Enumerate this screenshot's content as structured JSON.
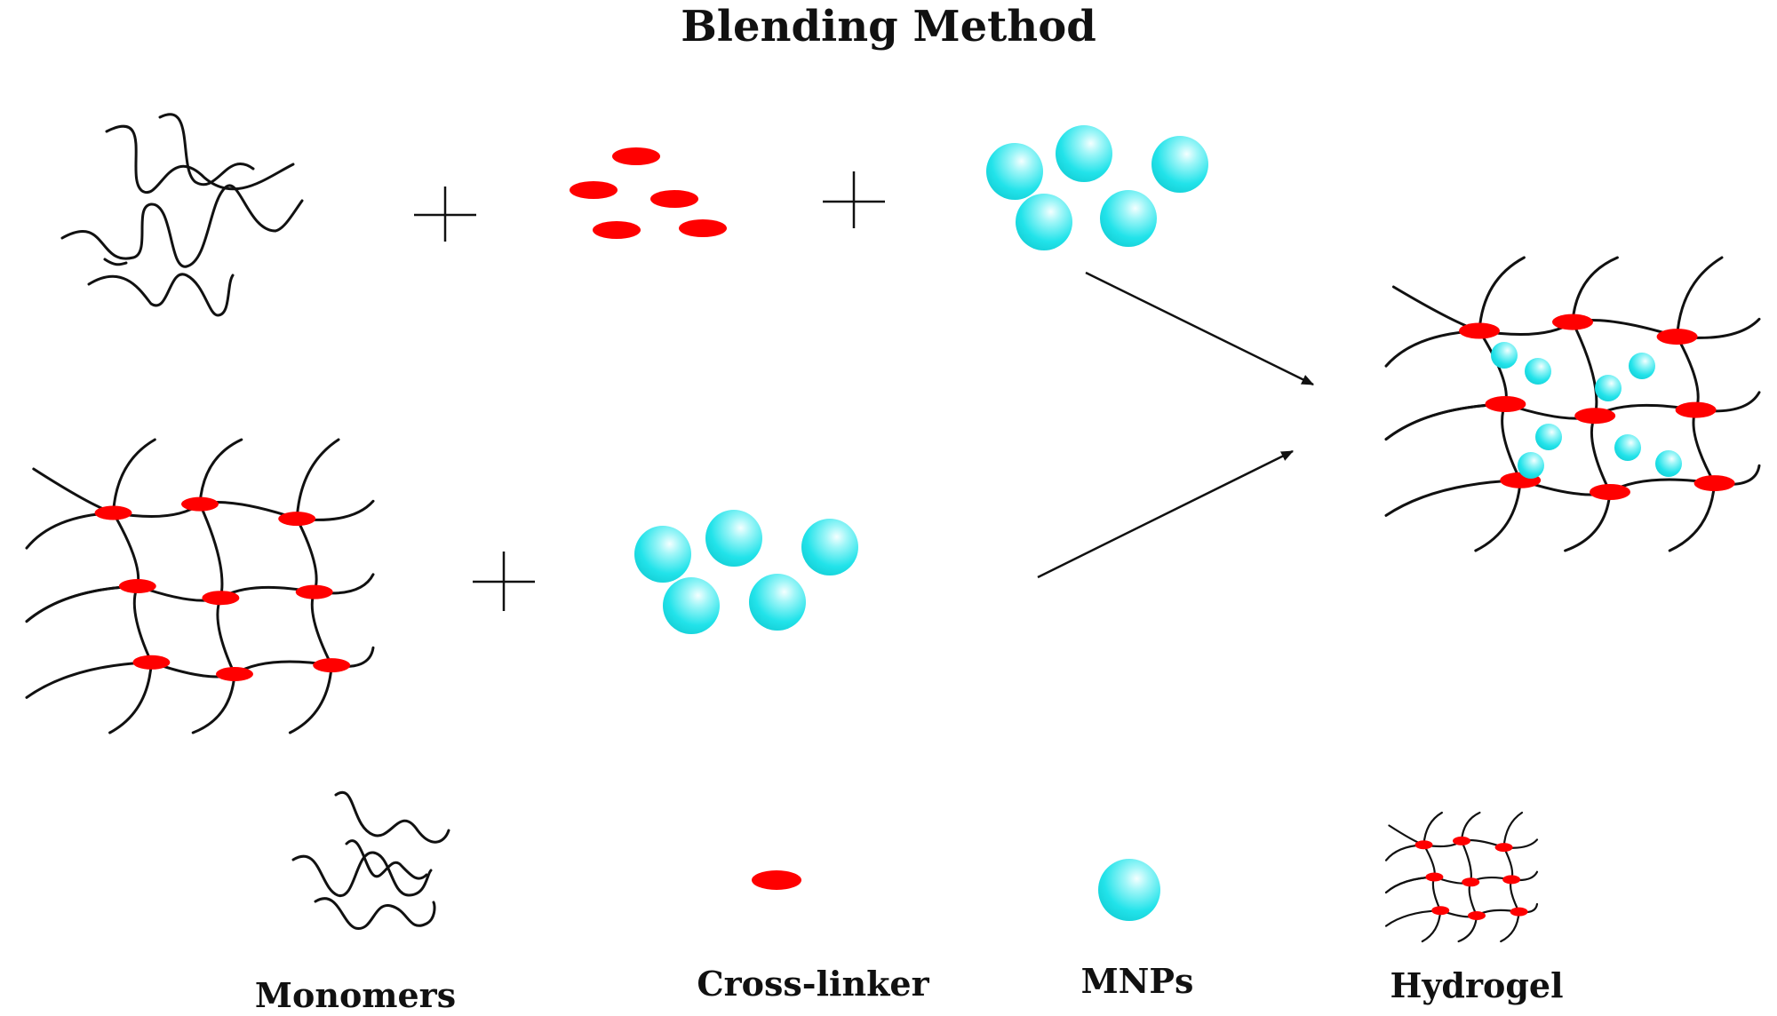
{
  "title": "Blending Method",
  "legend": {
    "monomers": "Monomers",
    "crosslinker": "Cross-linker",
    "mnps": "MNPs",
    "hydrogel": "Hydrogel"
  },
  "colors": {
    "chain": "#111111",
    "crosslinker": "#ff0000",
    "mnp": "#22e3ea",
    "mnp_highlight": "#e8ffff",
    "background": "#ffffff"
  }
}
